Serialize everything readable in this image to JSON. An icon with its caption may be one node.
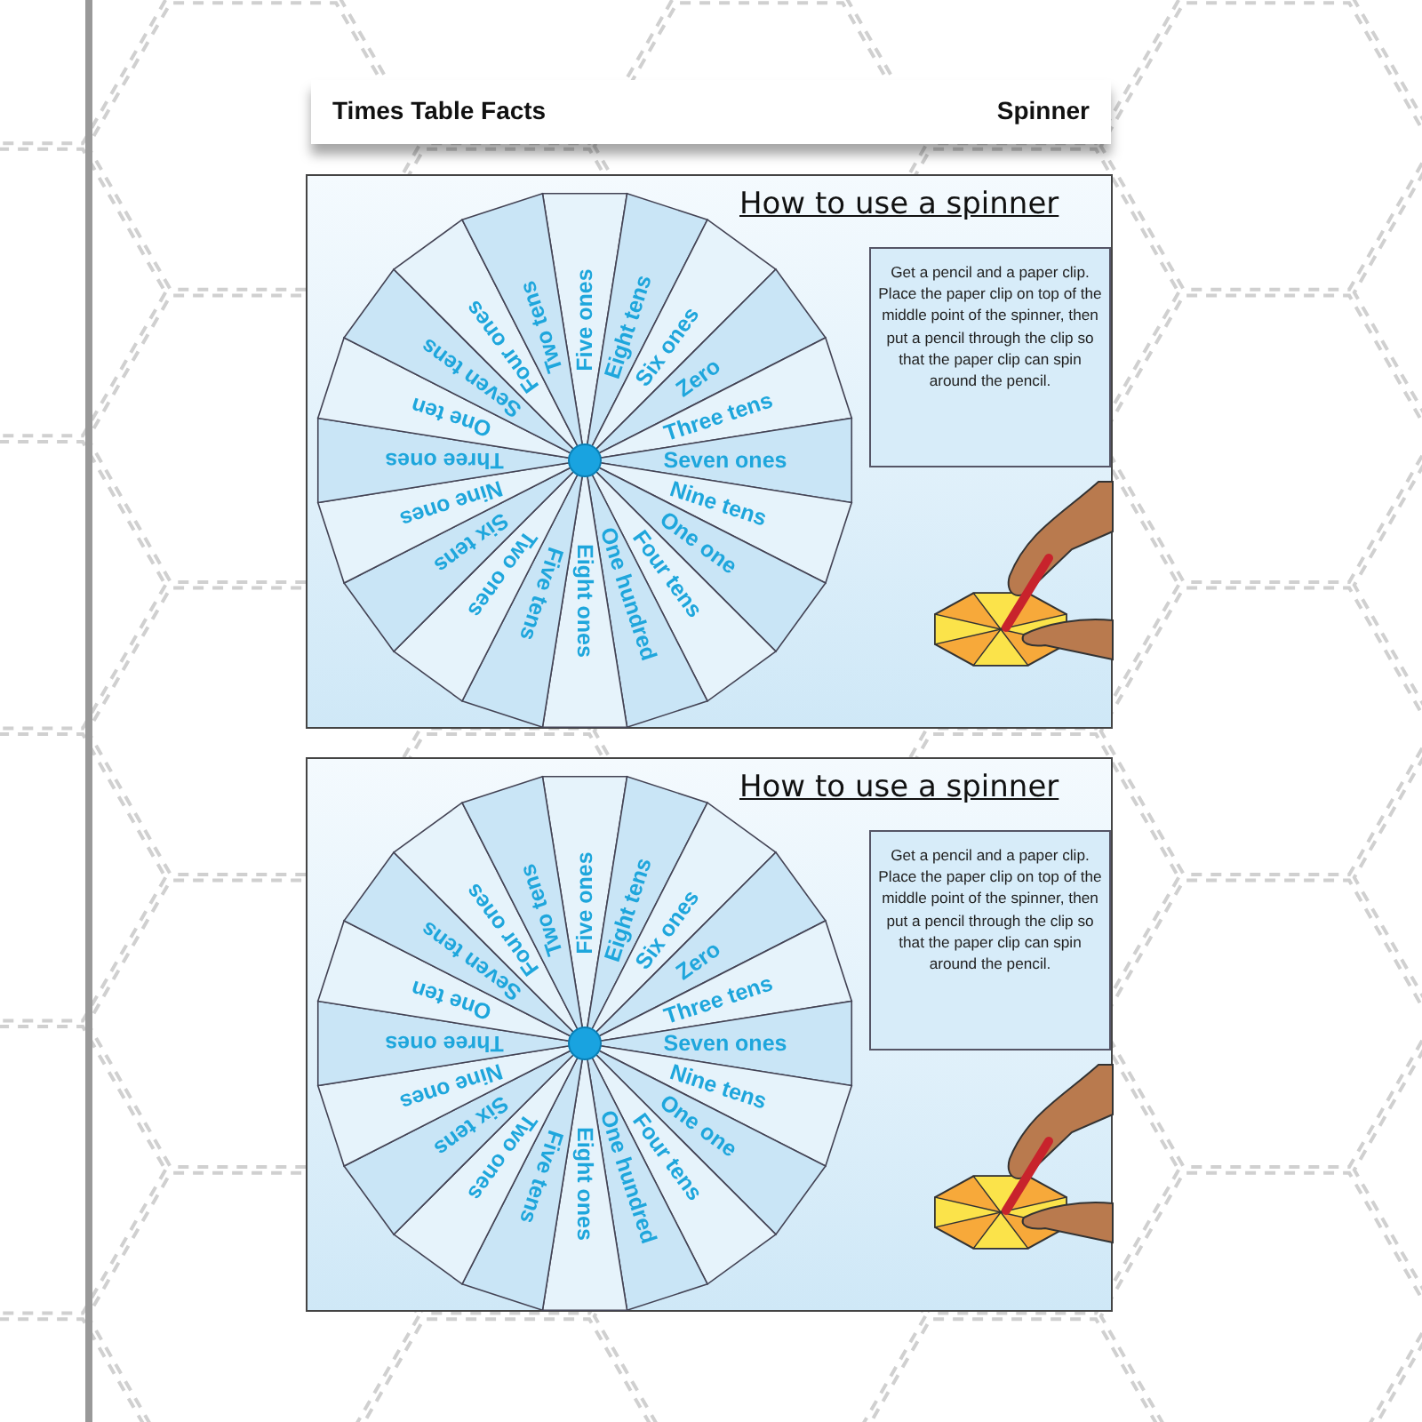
{
  "diagram": {
    "title": "Times Table Facts",
    "nodes": [
      {
        "text": [
          "How to use a spinner"
        ]
      },
      {
        "text": [
          "Get a pencil and a paper clip. Place the paper clip on top of the middle point of the spinner, then put a pencil through the clip so that the paper clip can spin around the pencil."
        ],
        "in": 0
      },
      {
        "text": [
          "Five ones"
        ],
        "in": 0
      },
      {
        "text": [
          "Eight tens"
        ],
        "in": 0
      },
      {
        "text": [
          "Six ones"
        ],
        "in": 0
      },
      {
        "text": [
          "Zero"
        ],
        "in": 0
      },
      {
        "text": [
          "Three tens"
        ],
        "in": 0
      },
      {
        "text": [
          "Seven ones"
        ],
        "in": 0
      },
      {
        "text": [
          "Nine tens"
        ],
        "in": 0
      },
      {
        "text": [
          "One one"
        ],
        "in": 0
      },
      {
        "text": [
          "Four tens"
        ],
        "in": 0
      },
      {
        "text": [
          "One hundred"
        ],
        "in": 0
      },
      {
        "text": [
          "Eight ones"
        ],
        "in": 0
      },
      {
        "text": [
          "Five tens"
        ],
        "in": 0
      },
      {
        "text": [
          "Two ones"
        ],
        "in": 0
      },
      {
        "text": [
          "Six tens"
        ],
        "in": 0
      },
      {
        "text": [
          "Nine ones"
        ],
        "in": 0
      },
      {
        "text": [
          "Three ones"
        ],
        "in": 0
      },
      {
        "text": [
          "One ten"
        ],
        "in": 0
      },
      {
        "text": [
          "Seven tens"
        ],
        "in": 0
      },
      {
        "text": [
          "Four ones"
        ],
        "in": 0
      },
      {
        "text": [
          "Two tens"
        ],
        "in": 0
      },
      {
        "text": [
          "How to use a spinner"
        ]
      },
      {
        "text": [
          "Get a pencil and a paper clip. Place the paper clip on top of the middle point of the spinner, then put a pencil through the clip so that the paper clip can spin around the pencil."
        ],
        "in": 22
      },
      {
        "text": [
          "Five ones"
        ],
        "in": 22
      },
      {
        "text": [
          "Eight tens"
        ],
        "in": 22
      },
      {
        "text": [
          "Six ones"
        ],
        "in": 22
      },
      {
        "text": [
          "Zero"
        ],
        "in": 22
      },
      {
        "text": [
          "Three tens"
        ],
        "in": 22
      },
      {
        "text": [
          "Seven ones"
        ],
        "in": 22
      },
      {
        "text": [
          "Nine tens"
        ],
        "in": 22
      },
      {
        "text": [
          "One one"
        ],
        "in": 22
      },
      {
        "text": [
          "Four tens"
        ],
        "in": 22
      },
      {
        "text": [
          "One hundred"
        ],
        "in": 22
      },
      {
        "text": [
          "Eight ones"
        ],
        "in": 22
      },
      {
        "text": [
          "Five tens"
        ],
        "in": 22
      },
      {
        "text": [
          "Two ones"
        ],
        "in": 22
      },
      {
        "text": [
          "Six tens"
        ],
        "in": 22
      },
      {
        "text": [
          "Nine ones"
        ],
        "in": 22
      },
      {
        "text": [
          "Three ones"
        ],
        "in": 22
      },
      {
        "text": [
          "One ten"
        ],
        "in": 22
      },
      {
        "text": [
          "Seven tens"
        ],
        "in": 22
      },
      {
        "text": [
          "Four ones"
        ],
        "in": 22
      },
      {
        "text": [
          "Two tens"
        ],
        "in": 22
      }
    ],
    "labels": [
      "Spinner"
    ]
  }
}
